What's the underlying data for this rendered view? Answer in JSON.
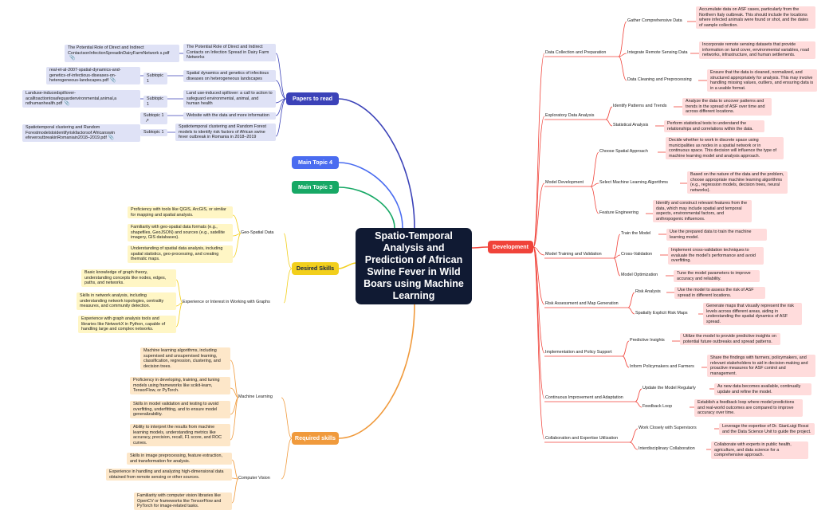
{
  "center": {
    "title": "Spatio-Temporal Analysis and Prediction of African Swine Fever in Wild Boars using Machine Learning"
  },
  "colors": {
    "development": "#f0433a",
    "papers": "#3b42b8",
    "topic4": "#4a6cf0",
    "topic3": "#17a865",
    "desired": "#f2cf1c",
    "required": "#f09a3c"
  },
  "development": {
    "label": "Development",
    "data_collection": {
      "label": "Data Collection and Preparation",
      "gather": {
        "label": "Gather Comprehensive Data",
        "detail": "Accumulate data on ASF cases, particularly from the Northern Italy outbreak. This should include the locations where infected animals were found or shot, and the dates of sample collection."
      },
      "remote": {
        "label": "Integrate Remote Sensing Data",
        "detail": "Incorporate remote sensing datasets that provide information on land cover, environmental variables, road networks, infrastructure, and human settlements."
      },
      "cleaning": {
        "label": "Data Cleaning and Preprocessing",
        "detail": "Ensure that the data is cleaned, normalized, and structured appropriately for analysis. This may involve handling missing values, outliers, and ensuring data is in a usable format."
      }
    },
    "eda": {
      "label": "Exploratory Data Analysis",
      "patterns": {
        "label": "Identify Patterns and Trends",
        "detail": "Analyze the data to uncover patterns and trends in the spread of ASF over time and across different locations."
      },
      "stats": {
        "label": "Statistical Analysis",
        "detail": "Perform statistical tests to understand the relationships and correlations within the data."
      }
    },
    "model_dev": {
      "label": "Model Development",
      "spatial": {
        "label": "Choose Spatial Approach",
        "detail": "Decide whether to work in discrete space using municipalities as nodes in a spatial network or in continuous space. This decision will influence the type of machine learning model and analysis approach."
      },
      "algorithms": {
        "label": "Select Machine Learning Algorithms",
        "detail": "Based on the nature of the data and the problem, choose appropriate machine learning algorithms (e.g., regression models, decision trees, neural networks)."
      },
      "features": {
        "label": "Feature Engineering",
        "detail": "Identify and construct relevant features from the data, which may include spatial and temporal aspects, environmental factors, and anthropogenic influences."
      }
    },
    "training": {
      "label": "Model Training and Validation",
      "train": {
        "label": "Train the Model",
        "detail": "Use the prepared data to train the machine learning model."
      },
      "cv": {
        "label": "Cross-Validation",
        "detail": "Implement cross-validation techniques to evaluate the model's performance and avoid overfitting."
      },
      "opt": {
        "label": "Model Optimization",
        "detail": "Tune the model parameters to improve accuracy and reliability."
      }
    },
    "risk": {
      "label": "Risk Assessment and Map Generation",
      "analysis": {
        "label": "Risk Analysis",
        "detail": "Use the model to assess the risk of ASF spread in different locations."
      },
      "maps": {
        "label": "Spatially Explicit Risk Maps",
        "detail": "Generate maps that visually represent the risk levels across different areas, aiding in understanding the spatial dynamics of ASF spread."
      }
    },
    "implementation": {
      "label": "Implementation and Policy Support",
      "predictive": {
        "label": "Predictive Insights",
        "detail": "Utilize the model to provide predictive insights on potential future outbreaks and spread patterns."
      },
      "inform": {
        "label": "Inform Policymakers and Farmers",
        "detail": "Share the findings with farmers, policymakers, and relevant stakeholders to aid in decision-making and proactive measures for ASF control and management."
      }
    },
    "improvement": {
      "label": "Continuous Improvement and Adaptation",
      "update": {
        "label": "Update the Model Regularly",
        "detail": "As new data becomes available, continually update and refine the model."
      },
      "feedback": {
        "label": "Feedback Loop",
        "detail": "Establish a feedback loop where model predictions and real-world outcomes are compared to improve accuracy over time."
      }
    },
    "collab": {
      "label": "Collaboration and Expertise Utilization",
      "supervisors": {
        "label": "Work Closely with Supervisors",
        "detail": "Leverage the expertise of Dr. GianLuigi Rossi and the Data Science Unit to guide the project."
      },
      "interdisc": {
        "label": "Interdisciplinary Collaboration",
        "detail": "Collaborate with experts in public health, agriculture, and data science for a comprehensive approach."
      }
    }
  },
  "papers": {
    "label": "Papers to read",
    "p1": {
      "title": "The Potential Role of Direct and Indirect Contacts on Infection Spread in Dairy Farm Networks",
      "file": "The Potential Role of Direct and Indirect ContactsonInfectionSpreadinDairyFarmNetwork s.pdf"
    },
    "p2": {
      "title": "Spatial dynamics and genetics of infectious diseases on heterogeneous landscapes",
      "sub": "Subtopic 1",
      "file": "real-et-al-2007-spatial-dynamics-and-genetics-of-infectious-diseases-on-heterogeneous-landscapes.pdf"
    },
    "p3": {
      "title": "Land use-induced spillover: a call to action to safeguard environmental, animal, and human health",
      "sub": "Subtopic 1",
      "file": "Landuse-inducedspillover-acalltoactiontosafeguardenvironmental,animal,a ndhumanhealth.pdf"
    },
    "p4": {
      "title": "Website with the data and more information",
      "sub": "Subtopic 1"
    },
    "p5": {
      "title": "Spatiotemporal clustering and Random Forest models to identify risk factors of African swine fever outbreak in Romania in 2018–2019",
      "sub": "Subtopic 1",
      "file": "Spatiotemporal clustering and Random Forestmodelstoidentifyriskfactorsof Africanswin efeveroutbreakinRomaniain2018–2019.pdf"
    }
  },
  "topic4": {
    "label": "Main Topic 4"
  },
  "topic3": {
    "label": "Main Topic 3"
  },
  "desired": {
    "label": "Desired Skills",
    "geo": {
      "label": "Geo-Spatial Data",
      "items": [
        "Proficiency with tools like QGIS, ArcGIS, or similar for mapping and spatial analysis.",
        "Familiarity with geo-spatial data formats (e.g., shapefiles, GeoJSON) and sources (e.g., satellite imagery, GIS databases).",
        "Understanding of spatial data analysis, including spatial statistics, geo-processing, and creating thematic maps."
      ]
    },
    "graphs": {
      "label": "Experience or Interest in Working with Graphs",
      "items": [
        "Basic knowledge of graph theory, understanding concepts like nodes, edges, paths, and networks.",
        "Skills in network analysis, including understanding network topologies, centrality measures, and community detection.",
        "Experience with graph analysis tools and libraries like NetworkX in Python, capable of handling large and complex networks."
      ]
    }
  },
  "required": {
    "label": "Required skills",
    "ml": {
      "label": "Machine Learning",
      "items": [
        "Machine learning algorithms, including supervised and unsupervised learning, classification, regression, clustering, and decision trees.",
        "Proficiency in developing, training, and tuning models using frameworks like scikit-learn, TensorFlow, or PyTorch.",
        "Skills in model validation and testing to avoid overfitting, underfitting, and to ensure model generalizability.",
        "Ability to interpret the results from machine learning models, understanding metrics like accuracy, precision, recall, F1 score, and ROC curves."
      ]
    },
    "cv": {
      "label": "Computer Vision",
      "items": [
        "Skills in image preprocessing, feature extraction, and transformation for analysis.",
        "Experience in handling and analyzing high-dimensional data obtained from remote sensing or other sources.",
        "Familiarity with computer vision libraries like OpenCV or frameworks like TensorFlow and PyTorch for image-related tasks."
      ]
    }
  }
}
